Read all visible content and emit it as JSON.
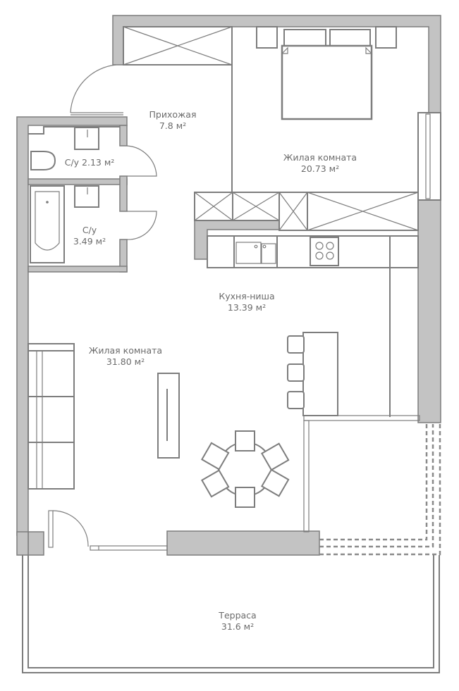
{
  "colors": {
    "wall_fill": "#c3c3c3",
    "line": "#7d7d7d",
    "text": "#6b6b6b",
    "background": "#ffffff"
  },
  "rooms": [
    {
      "id": "hallway",
      "name": "Прихожая",
      "area": "7.8 м²"
    },
    {
      "id": "bedroom",
      "name": "Жилая комната",
      "area": "20.73 м²"
    },
    {
      "id": "bathroom1",
      "name": "С/у 2.13 м²",
      "area": ""
    },
    {
      "id": "bathroom2",
      "name": "С/у",
      "area": "3.49 м²"
    },
    {
      "id": "kitchen",
      "name": "Кухня-ниша",
      "area": "13.39 м²"
    },
    {
      "id": "living",
      "name": "Жилая комната",
      "area": "31.80 м²"
    },
    {
      "id": "terrace",
      "name": "Терраса",
      "area": "31.6 м²"
    }
  ],
  "furniture_icons": [
    "wardrobe-icon",
    "double-bed-icon",
    "nightstand-icon",
    "toilet-icon",
    "sink-icon",
    "bathtub-icon",
    "kitchen-sink-icon",
    "stove-icon",
    "bar-counter-icon",
    "bar-stool-icon",
    "sofa-icon",
    "coffee-table-icon",
    "round-dining-table-icon",
    "chair-icon",
    "door-icon",
    "window-icon"
  ]
}
